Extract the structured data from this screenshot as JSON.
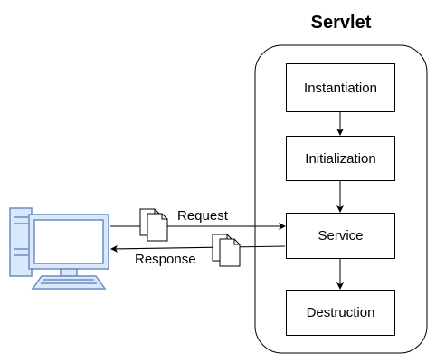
{
  "diagram": {
    "title": "Servlet",
    "stages": [
      "Instantiation",
      "Initialization",
      "Service",
      "Destruction"
    ],
    "request_label": "Request",
    "response_label": "Response",
    "icons": {
      "client": "desktop-computer-icon",
      "document": "document-pages-icon"
    },
    "colors": {
      "computer_fill": "#dae8fc",
      "computer_stroke": "#6c8ebf",
      "line": "#000000"
    }
  }
}
